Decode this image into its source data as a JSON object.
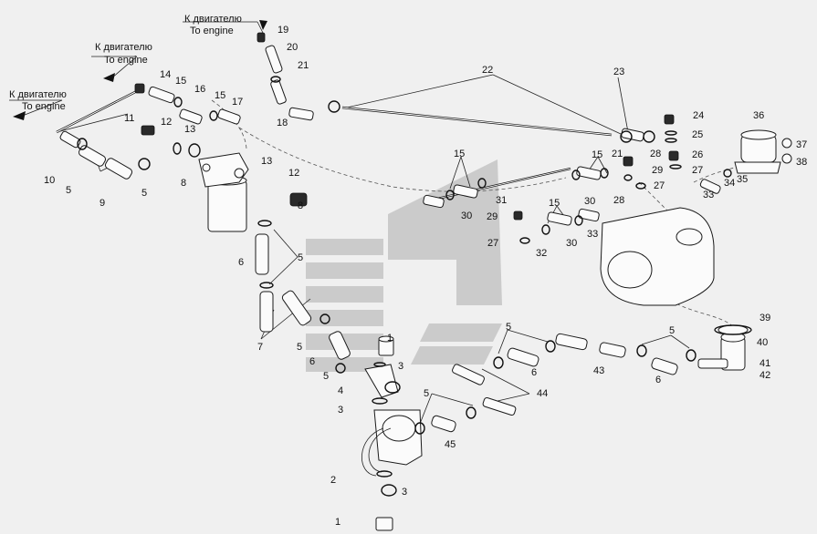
{
  "captions": {
    "top": {
      "ru": "К двигателю",
      "en": "To engine"
    },
    "mid": {
      "ru": "К двигателю",
      "en": "To engine"
    },
    "left": {
      "ru": "К двигателю",
      "en": "To engine"
    }
  },
  "labels": [
    "1",
    "2",
    "3",
    "4",
    "5",
    "6",
    "7",
    "8",
    "9",
    "10",
    "11",
    "12",
    "13",
    "14",
    "15",
    "16",
    "17",
    "18",
    "19",
    "20",
    "21",
    "22",
    "23",
    "24",
    "25",
    "26",
    "27",
    "28",
    "29",
    "30",
    "31",
    "32",
    "33",
    "34",
    "35",
    "36",
    "37",
    "38",
    "39",
    "40",
    "41",
    "42",
    "43",
    "44",
    "45"
  ],
  "colors": {
    "background": "#f0f0f0",
    "line": "#1a1a1a",
    "watermark": "#c9c9c9"
  },
  "watermark": "logo-watermark"
}
